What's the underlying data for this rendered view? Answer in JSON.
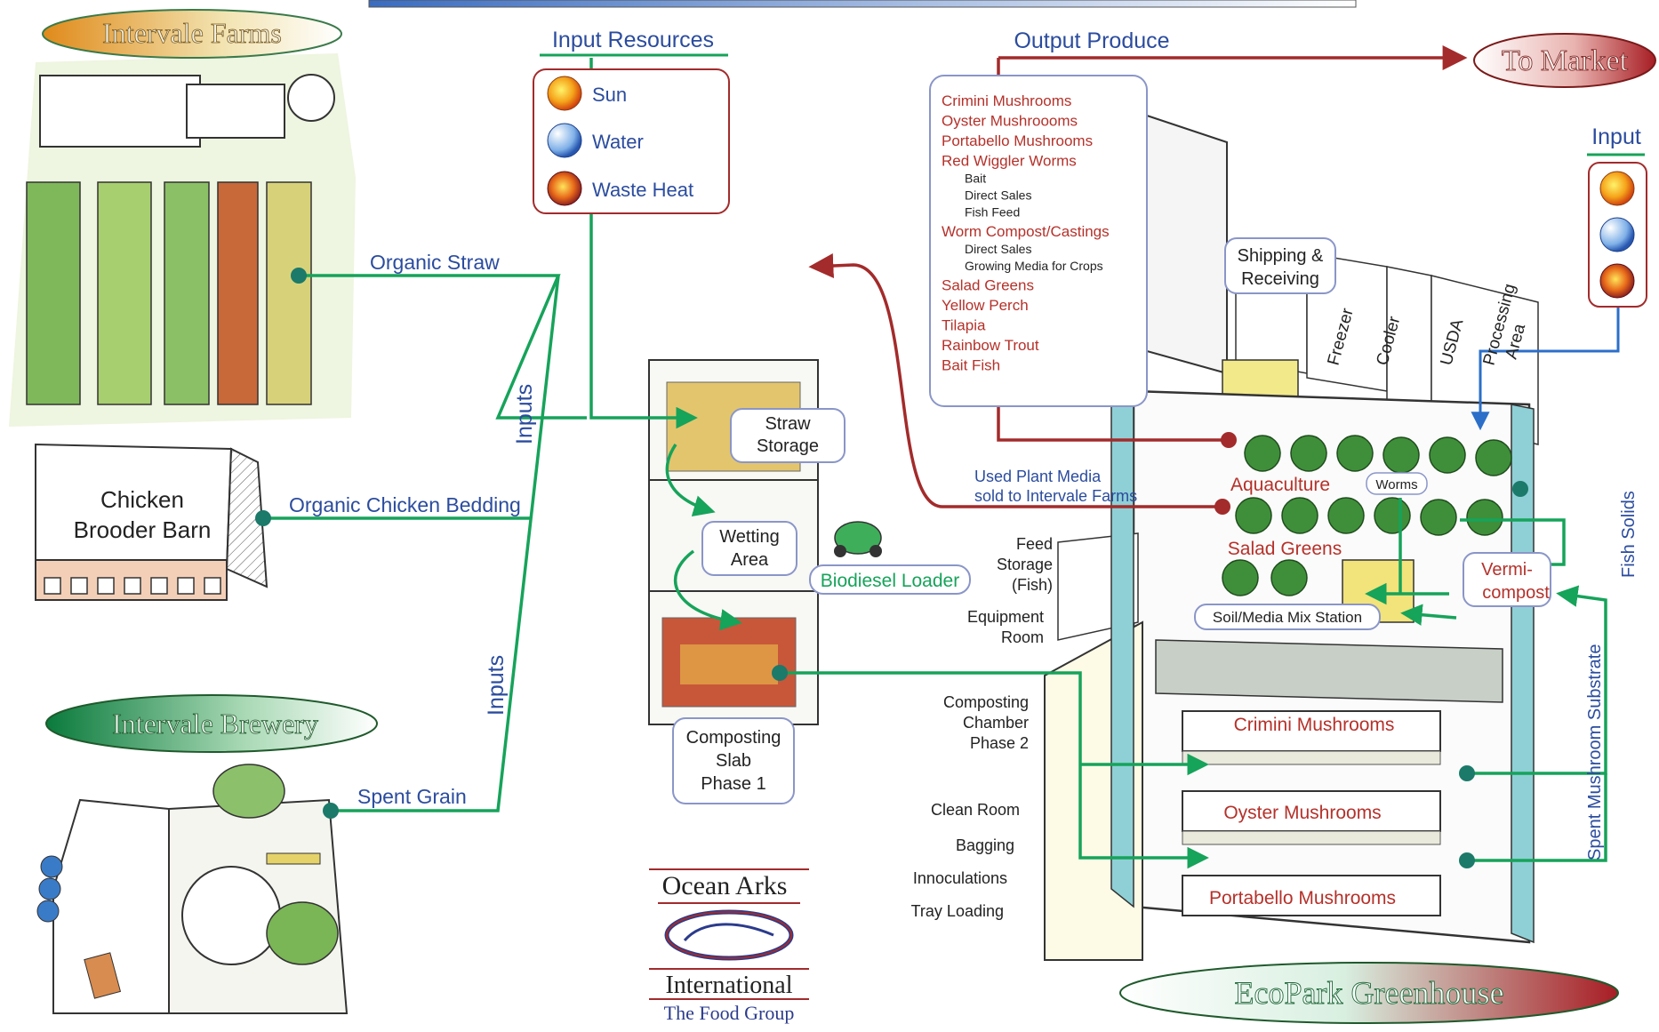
{
  "colors": {
    "flow": "#16a35a",
    "return": "#a32b2b",
    "label_blue": "#2b4c9e",
    "produce_red": "#b5312a",
    "box_border": "#8a96c8"
  },
  "ovals": {
    "farms": "Intervale Farms",
    "market": "To Market",
    "brewery": "Intervale Brewery",
    "greenhouse": "EcoPark Greenhouse"
  },
  "input_resources": {
    "title": "Input Resources",
    "items": [
      {
        "label": "Sun",
        "icon": "sun-icon"
      },
      {
        "label": "Water",
        "icon": "water-icon"
      },
      {
        "label": "Waste Heat",
        "icon": "waste-heat-icon"
      }
    ]
  },
  "output_produce": {
    "title": "Output Produce",
    "lines": [
      {
        "text": "Crimini Mushrooms",
        "sub": false
      },
      {
        "text": "Oyster Mushroooms",
        "sub": false
      },
      {
        "text": "Portabello Mushrooms",
        "sub": false
      },
      {
        "text": "Red Wiggler Worms",
        "sub": false
      },
      {
        "text": "Bait",
        "sub": true
      },
      {
        "text": "Direct Sales",
        "sub": true
      },
      {
        "text": "Fish Feed",
        "sub": true
      },
      {
        "text": "Worm Compost/Castings",
        "sub": false
      },
      {
        "text": "Direct Sales",
        "sub": true
      },
      {
        "text": "Growing Media for Crops",
        "sub": true
      },
      {
        "text": "Salad Greens",
        "sub": false
      },
      {
        "text": "Yellow Perch",
        "sub": false
      },
      {
        "text": "Tilapia",
        "sub": false
      },
      {
        "text": "Rainbow Trout",
        "sub": false
      },
      {
        "text": "Bait Fish",
        "sub": false
      }
    ]
  },
  "right_input": {
    "title": "Input"
  },
  "flows": {
    "organic_straw": "Organic Straw",
    "chicken_bedding": "Organic Chicken Bedding",
    "spent_grain": "Spent Grain",
    "inputs_upper": "Inputs",
    "inputs_lower": "Inputs",
    "biodiesel_loader": "Biodiesel Loader",
    "used_media_line1": "Used Plant Media",
    "used_media_line2": "sold to Intervale Farms",
    "fish_solids": "Fish Solids",
    "spent_substrate": "Spent Mushroom Substrate"
  },
  "chicken_barn": {
    "line1": "Chicken",
    "line2": "Brooder Barn"
  },
  "process_boxes": {
    "straw_storage": {
      "line1": "Straw",
      "line2": "Storage"
    },
    "wetting_area": {
      "line1": "Wetting",
      "line2": "Area"
    },
    "composting_slab": {
      "line1": "Composting",
      "line2": "Slab",
      "line3": "Phase 1"
    }
  },
  "greenhouse": {
    "shipping_line1": "Shipping &",
    "shipping_line2": "Receiving",
    "freezer": "Freezer",
    "cooler": "Cooler",
    "usda": "USDA",
    "processing_line1": "Processing",
    "processing_line2": "Area",
    "aquaculture": "Aquaculture",
    "worms": "Worms",
    "salad_greens": "Salad Greens",
    "soil_mix": "Soil/Media Mix Station",
    "vermi_line1": "Vermi-",
    "vermi_line2": "compost",
    "crimini": "Crimini Mushrooms",
    "oyster": "Oyster Mushrooms",
    "portabello": "Portabello Mushrooms"
  },
  "side_labels": {
    "feed_storage_line1": "Feed",
    "feed_storage_line2": "Storage",
    "feed_storage_line3": "(Fish)",
    "equipment_line1": "Equipment",
    "equipment_line2": "Room",
    "composting_line1": "Composting",
    "composting_line2": "Chamber",
    "composting_line3": "Phase 2",
    "clean_room": "Clean Room",
    "bagging": "Bagging",
    "innoculations": "Innoculations",
    "tray_loading": "Tray Loading"
  },
  "logo": {
    "line1": "Ocean Arks",
    "line2": "International",
    "line3": "The Food Group"
  }
}
